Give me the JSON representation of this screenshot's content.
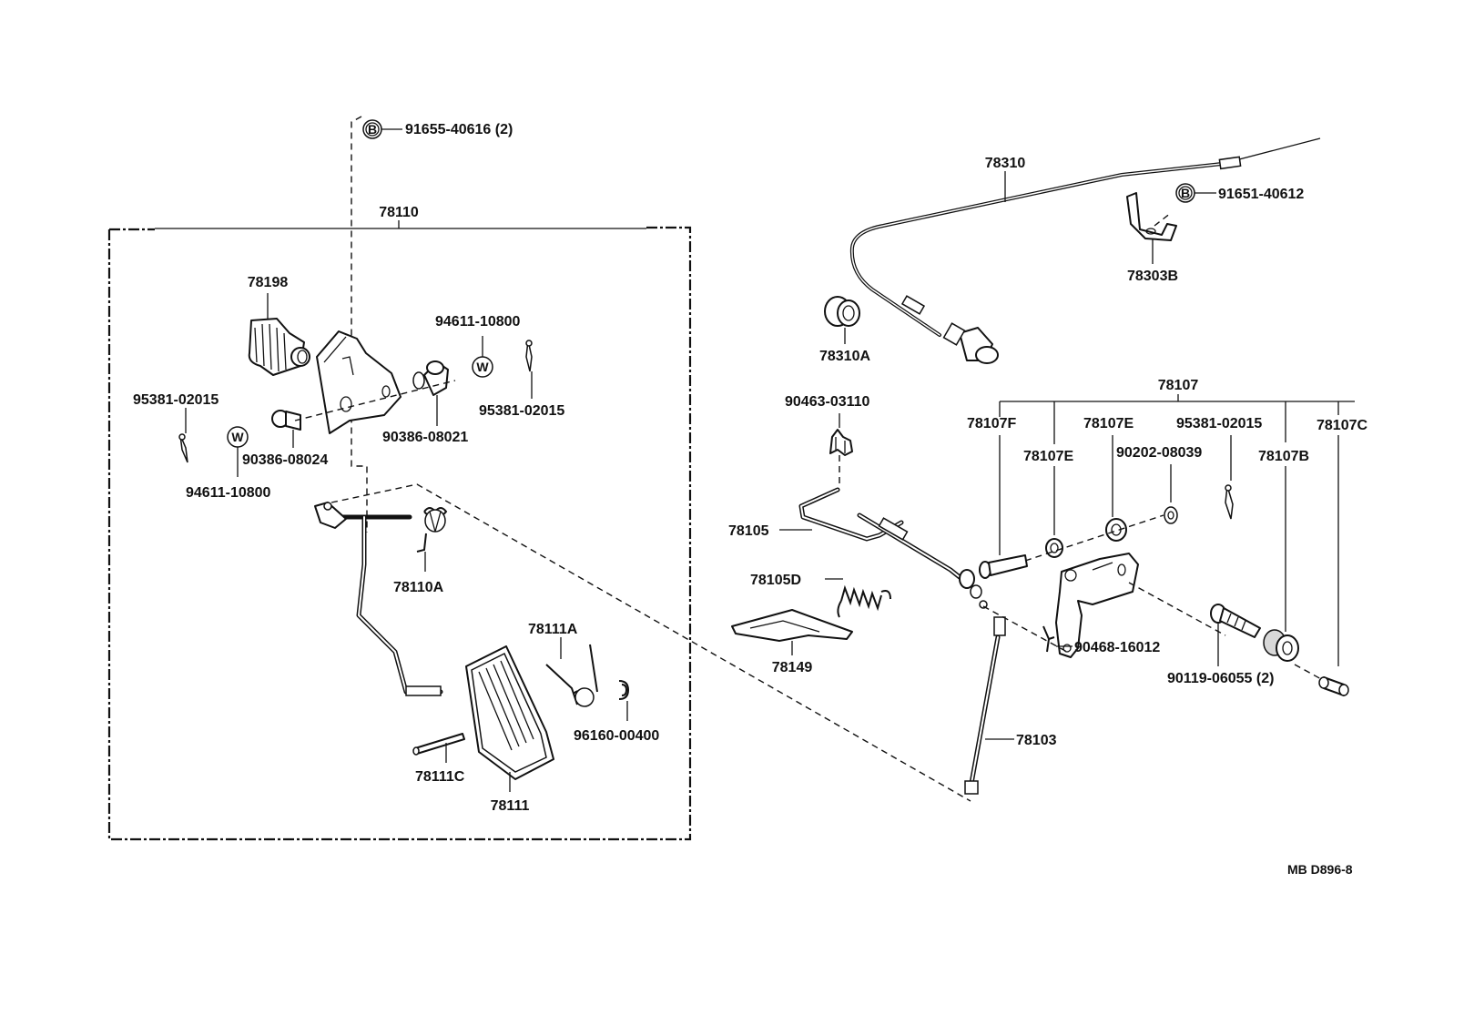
{
  "diagram_code": "MB D896-8",
  "symbols": {
    "bolt_marker": "B",
    "washer_marker": "W"
  },
  "labels": {
    "p91655": "91655-40616 (2)",
    "p78110": "78110",
    "p78198": "78198",
    "p94611_top": "94611-10800",
    "p95381_left": "95381-02015",
    "p95381_mid": "95381-02015",
    "p90386_08021": "90386-08021",
    "p90386_08024": "90386-08024",
    "p94611_bottom": "94611-10800",
    "p78110A": "78110A",
    "p78111A": "78111A",
    "p96160": "96160-00400",
    "p78111C": "78111C",
    "p78111": "78111",
    "p78310": "78310",
    "p91651": "91651-40612",
    "p78303B": "78303B",
    "p78310A": "78310A",
    "p90463": "90463-03110",
    "p78107": "78107",
    "p78107F": "78107F",
    "p78107E_a": "78107E",
    "p78107E_b": "78107E",
    "p95381_right": "95381-02015",
    "p78107C": "78107C",
    "p90202": "90202-08039",
    "p78107B": "78107B",
    "p78105": "78105",
    "p78105D": "78105D",
    "p78149": "78149",
    "p90468": "90468-16012",
    "p90119": "90119-06055 (2)",
    "p78103": "78103"
  }
}
